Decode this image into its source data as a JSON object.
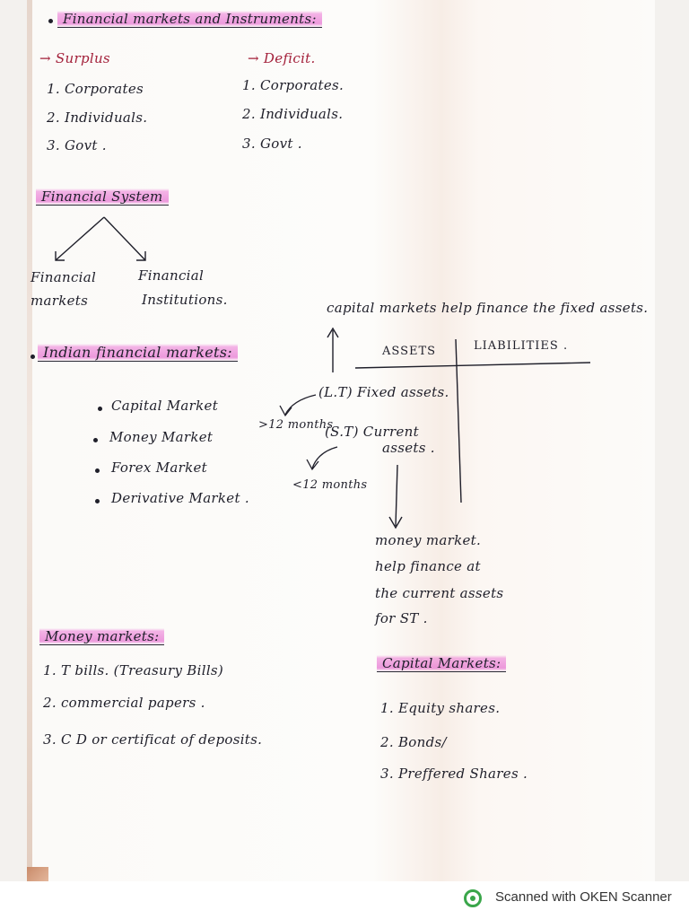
{
  "sections": {
    "financial_markets": {
      "title": "Financial markets and Instruments:",
      "surplus_header": "→ Surplus",
      "deficit_header": "→ Deficit.",
      "surplus_items": [
        "1. Corporates",
        "2. Individuals.",
        "3. Govt ."
      ],
      "deficit_items": [
        "1. Corporates.",
        "2. Individuals.",
        "3. Govt ."
      ]
    },
    "financial_system": {
      "title": "Financial System",
      "left_branch": [
        "Financial",
        "markets"
      ],
      "right_branch": [
        "Financial",
        "Institutions."
      ]
    },
    "indian_markets": {
      "title": "Indian financial markets:",
      "items": [
        "Capital Market",
        "Money Market",
        "Forex Market",
        "Derivative Market ."
      ]
    },
    "balance_sheet": {
      "capital_note": "capital markets help finance the fixed assets.",
      "assets_header": "ASSETS",
      "liabilities_header": "LIABILITIES .",
      "lt_label": "(L.T) Fixed assets.",
      "st_label_1": "(S.T) Current",
      "st_label_2": "assets .",
      "gt12": ">12 months",
      "lt12": "<12 months",
      "money_note": [
        "money market.",
        "help finance at",
        "the current assets",
        "for ST ."
      ]
    },
    "money_markets": {
      "title": "Money markets:",
      "items": [
        "1. T bills. (Treasury Bills)",
        "2. commercial papers .",
        "3. C D   or certificat of deposits."
      ]
    },
    "capital_markets": {
      "title": "Capital Markets:",
      "items": [
        "1. Equity shares.",
        "2. Bonds/",
        "3. Preffered Shares ."
      ]
    }
  },
  "footer": {
    "scanner_text": "Scanned with OKEN Scanner"
  },
  "colors": {
    "highlight": "#e464cd",
    "ink": "#1f1f2a",
    "red_ink": "#a3203a",
    "logo_green": "#3aa64a"
  }
}
